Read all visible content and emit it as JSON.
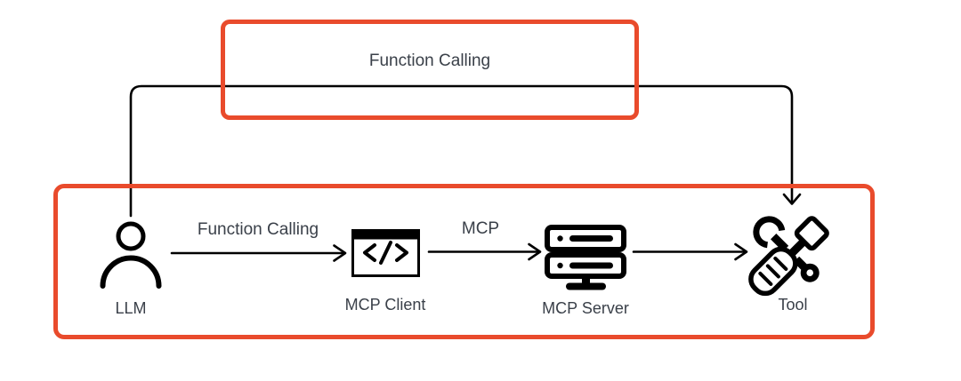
{
  "colors": {
    "accent_red": "#E94B2C",
    "ink": "#000000",
    "line": "#1A1A1A",
    "label_text": "#3A4049",
    "background": "#FFFFFF"
  },
  "top_box": {
    "label": "Function Calling"
  },
  "pipeline": {
    "nodes": [
      {
        "id": "llm",
        "label": "LLM",
        "icon": "person-icon"
      },
      {
        "id": "mcp-client",
        "label": "MCP Client",
        "icon": "code-window-icon"
      },
      {
        "id": "mcp-server",
        "label": "MCP Server",
        "icon": "server-rack-icon"
      },
      {
        "id": "tool",
        "label": "Tool",
        "icon": "wrench-screwdriver-icon"
      }
    ],
    "edges": [
      {
        "from": "llm",
        "to": "mcp-client",
        "label": "Function Calling"
      },
      {
        "from": "mcp-client",
        "to": "mcp-server",
        "label": "MCP"
      },
      {
        "from": "mcp-server",
        "to": "tool",
        "label": ""
      }
    ],
    "loop_arrow": {
      "from": "llm",
      "to": "tool",
      "through": "Function Calling"
    }
  }
}
